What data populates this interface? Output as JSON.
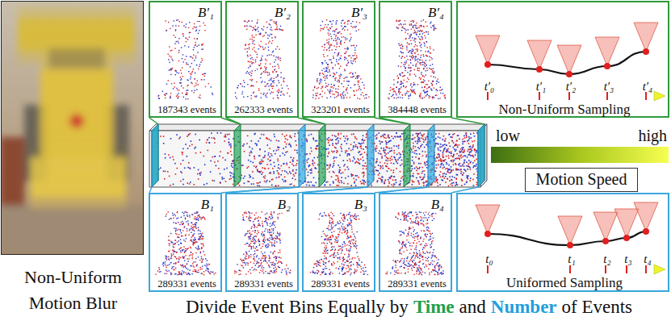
{
  "diagram": {
    "nodes": [
      {
        "text": [
          "Non-Uniform Motion Blur"
        ]
      },
      {
        "text": [
          "B′₁",
          "187343 events"
        ]
      },
      {
        "text": [
          "B′₂",
          "262333 events"
        ]
      },
      {
        "text": [
          "B′₃",
          "323201 events"
        ]
      },
      {
        "text": [
          "B′₄",
          "384448 events"
        ]
      },
      {
        "text": [
          "t′₀",
          "t′₁",
          "t′₂",
          "t′₃",
          "t′₄",
          "Non-Uniform Sampling"
        ]
      },
      {
        "text": [
          "Motion Speed"
        ]
      },
      {
        "text": [
          "B₁",
          "289331 events"
        ]
      },
      {
        "text": [
          "B₂",
          "289331 events"
        ]
      },
      {
        "text": [
          "B₃",
          "289331 events"
        ]
      },
      {
        "text": [
          "B₄",
          "289331 events"
        ]
      },
      {
        "text": [
          "t₀",
          "t₁",
          "t₂",
          "t₃",
          "t₄",
          "Uniformed Sampling"
        ]
      }
    ],
    "labels": [
      "low",
      "high",
      "Divide Event Bins Equally by",
      "Time",
      "and",
      "Number",
      "of Events"
    ]
  }
}
